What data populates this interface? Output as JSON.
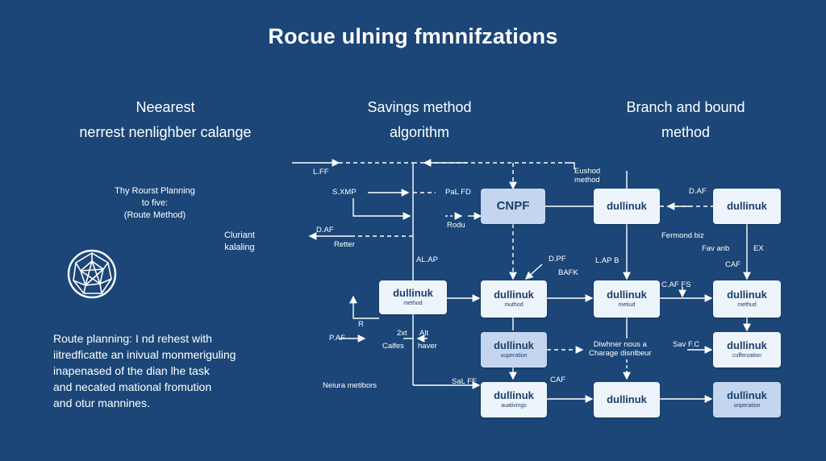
{
  "title": "Rocue ulning fmnnifzations",
  "columns": [
    {
      "line1": "Neearest",
      "line2": "nerrest nenlighber calange"
    },
    {
      "line1": "Savings method",
      "line2": "algorithm"
    },
    {
      "line1": "Branch and bound",
      "line2": "method"
    }
  ],
  "left_panel": {
    "planning_line1": "Thy Rourst Planning",
    "planning_line2": "to five:",
    "planning_line3": "(Route Method)",
    "cluriant_line1": "Cluriant",
    "cluriant_line2": "kalaling",
    "icon": "network-globe-icon",
    "description": [
      "Route planning: I nd rehest with",
      "iitredficatte an inivual monmeriguling",
      "inapenased of the dian lhe task",
      "and necated mational fromution",
      "and otur mannines."
    ]
  },
  "labels": {
    "lff": "L.FF",
    "sxmp": "S.XMP",
    "palfd": "PaL FD",
    "rodu": "Rodu",
    "daf_left": "D.AF",
    "retter": "Retter",
    "alap": "AL.AP",
    "dpf": "D.PF",
    "bafk": "BAFK",
    "lap_b": "L.AP  B",
    "eushod1": "Eushod",
    "eushod2": "method",
    "daf_right": "D.AF",
    "fermond": "Fermond biz",
    "fav_anb": "Fav anb",
    "ex": "EX",
    "caf_right": "CAF",
    "cafs": "C.AF FS",
    "r": "R",
    "paf": "P.AF",
    "2xt": "2xt",
    "alt": "Alt",
    "calfes": "Calfes",
    "haver": "haver",
    "diwhner1": "Diwhner nous a",
    "diwhner2": "Charage disnlbeur",
    "savfc": "Sav F.C",
    "caf_mid": "CAF",
    "salff": "SaL FF",
    "neiura": "Neiura metibors"
  },
  "nodes": {
    "cnpf": {
      "title": "CNPF"
    },
    "b1": {
      "title": "dullinuk"
    },
    "b2": {
      "title": "dullinuk"
    },
    "m1": {
      "title": "dullinuk",
      "sub": "method"
    },
    "m2": {
      "title": "dullinuk",
      "sub": "muthod"
    },
    "m3": {
      "title": "dullinuk",
      "sub": "metiud"
    },
    "m4": {
      "title": "dullinuk",
      "sub": "methud"
    },
    "u1": {
      "title": "dullinuk",
      "sub": "uuperation"
    },
    "u2": {
      "title": "dullinuk",
      "sub": "cufferzation"
    },
    "l1": {
      "title": "dullinuk",
      "sub": "auativings"
    },
    "l2": {
      "title": "dullinuk"
    },
    "l3": {
      "title": "dullinuk",
      "sub": "unperation"
    }
  },
  "colors": {
    "background": "#1b4677",
    "node": "#eef4fc",
    "node_alt": "#c4d6ef",
    "node_text": "#1b3f6b",
    "line": "#ffffff"
  }
}
